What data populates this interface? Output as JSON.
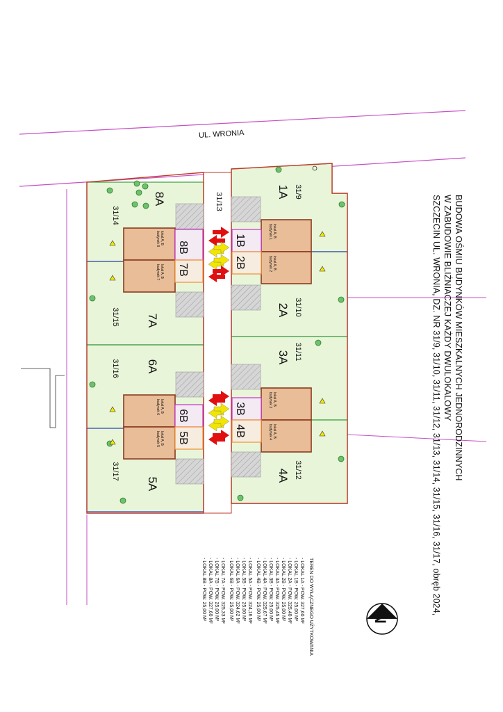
{
  "title": {
    "line1": "BUDOWA OŚMIU BUDYNKÓW MIESZKALNYCH JEDNORODZINNYCH",
    "line2": "W ZABUDOWIE BLIŹNIACZEJ KAŻDY DWULOKALOWY",
    "line3": "SZCZECIN UL. WRONIA, DZ. NR 31/9, 31/10, 31/11, 31/12, 31/13, 31/14, 31/15, 31/16, 31/17, obręb 2024,"
  },
  "street_name": "UL. WRONIA",
  "parcels": {
    "road": "31/13",
    "p31_9": "31/9",
    "p31_10": "31/10",
    "p31_11": "31/11",
    "p31_12": "31/12",
    "p31_14": "31/14",
    "p31_15": "31/15",
    "p31_16": "31/16",
    "p31_17": "31/17"
  },
  "units": {
    "u1A": "1A",
    "u2A": "2A",
    "u3A": "3A",
    "u4A": "4A",
    "u5A": "5A",
    "u6A": "6A",
    "u7A": "7A",
    "u8A": "8A",
    "u1B": "1B",
    "u2B": "2B",
    "u3B": "3B",
    "u4B": "4B",
    "u5B": "5B",
    "u6B": "6B",
    "u7B": "7B",
    "u8B": "8B"
  },
  "buildings": {
    "b1": {
      "name": "budynek 1",
      "sub": "lokal A, B"
    },
    "b2": {
      "name": "budynek 2",
      "sub": "lokal A, B"
    },
    "b3": {
      "name": "budynek 3",
      "sub": "lokal A, B"
    },
    "b4": {
      "name": "budynek 4",
      "sub": "lokal A, B"
    },
    "b5": {
      "name": "budynek 5",
      "sub": "lokal A, B"
    },
    "b6": {
      "name": "budynek 6",
      "sub": "lokal A, B"
    },
    "b7": {
      "name": "budynek 7",
      "sub": "lokal A, B"
    },
    "b8": {
      "name": "budynek 8",
      "sub": "lokal A, B"
    }
  },
  "legend": {
    "heading": "TEREN DO WYŁĄCZNEGO UŻYTKOWANIA",
    "items": [
      "- LOKAL 1A - POW. 327,60 M²",
      "- LOKAL 1B - POW.   25,00 M²",
      "- LOKAL 2A - POW. 325,40 M²",
      "- LOKAL 2B - POW.   25,00 M²",
      "- LOKAL 3A - POW. 325,45 M²",
      "- LOKAL 3B - POW.   25,00 M²",
      "- LOKAL 4A - POW. 325,67 M²",
      "- LOKAL 4B - POW.   25,00 M²",
      "- LOKAL 5A - POW. 324,16 M²",
      "- LOKAL 5B - POW.   25,00 M²",
      "- LOKAL 6A - POW. 324,62 M²",
      "- LOKAL 6B - POW.   25,00 M²",
      "- LOKAL 7A - POW. 325,33 M²",
      "- LOKAL 7B - POW.   25,00 M²",
      "- LOKAL 8A - POW. 327,60 M²",
      "- LOKAL 8B - POW.   25,00 M²"
    ]
  },
  "north_arrow_letter": "N",
  "colors": {
    "boundary": "#c0392b",
    "lot_fill": "#e8f5d9",
    "lot_green": "#3aa03a",
    "lot_blue": "#2a3fa8",
    "building_fill": "#e8bd98",
    "building_stroke": "#8a3b1f",
    "magenta": "#c830c8",
    "orange": "#f09030",
    "road_line": "#c050c0",
    "parking": "#cfcfcf",
    "arrow_red": "#e01010",
    "arrow_yellow": "#f2e600"
  }
}
